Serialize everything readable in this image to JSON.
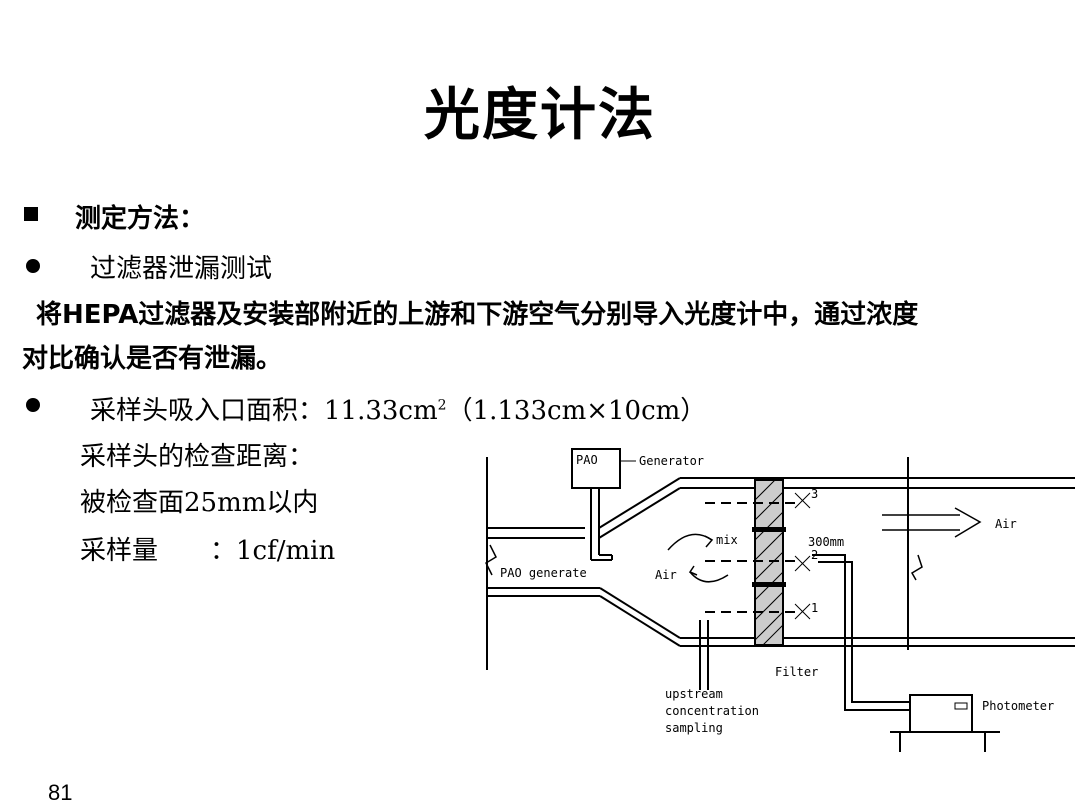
{
  "title": "光度计法",
  "heading": "测定方法：",
  "item1": "过滤器泄漏测试",
  "desc_line1": "将HEPA过滤器及安装部附近的上游和下游空气分别导入光度计中，通过浓度",
  "desc_line2": "对比确认是否有泄漏。",
  "item2": {
    "prefix": "采样头吸入口面积：11.33cm",
    "sup": "2",
    "suffix": "（1.133cm×10cm）"
  },
  "sub1": "采样头的检查距离：",
  "sub2": "被检查面25mm以内",
  "sub3": "采样量　　：1cf/min",
  "page_number": "81",
  "diagram": {
    "pao_box": "PAO",
    "generator": "Generator",
    "pao_generate": "PAO generate",
    "mix": "mix",
    "air_left": "Air",
    "air_right": "Air",
    "filter": "Filter",
    "upstream1": "upstream",
    "upstream2": "concentration",
    "upstream3": "sampling",
    "photometer": "Photometer",
    "mark3": "3",
    "mark2": "2",
    "mark1": "1",
    "dim": "300mm"
  }
}
